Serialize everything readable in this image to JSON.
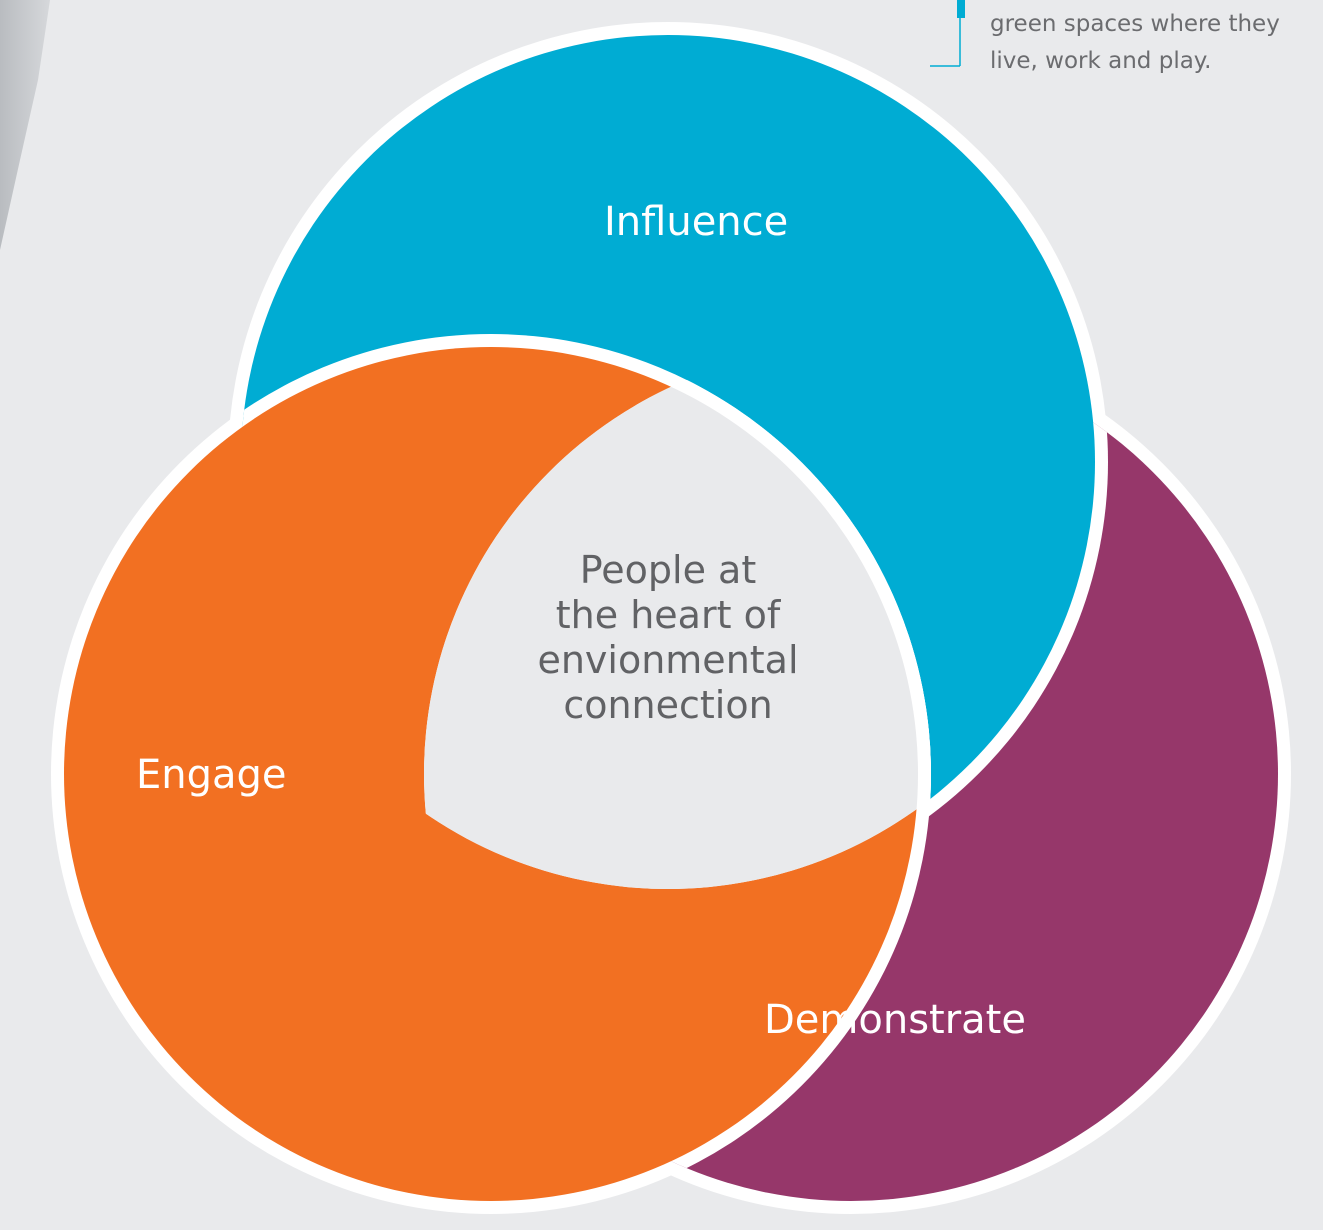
{
  "diagram": {
    "circles": [
      {
        "id": "influence",
        "label": "Influence",
        "color": "#00acd3"
      },
      {
        "id": "engage",
        "label": "Engage",
        "color": "#f27022"
      },
      {
        "id": "demonstrate",
        "label": "Demonstrate",
        "color": "#96376a"
      }
    ],
    "center_lines": [
      "People at",
      "the heart of",
      "envionmental",
      "connection"
    ],
    "center_color": "#e9eaec",
    "outline_color": "#ffffff",
    "background_color": "#e9eaec"
  },
  "caption": {
    "lines": [
      "green spaces where they",
      "live, work and play."
    ],
    "accent_color": "#00acd3"
  }
}
